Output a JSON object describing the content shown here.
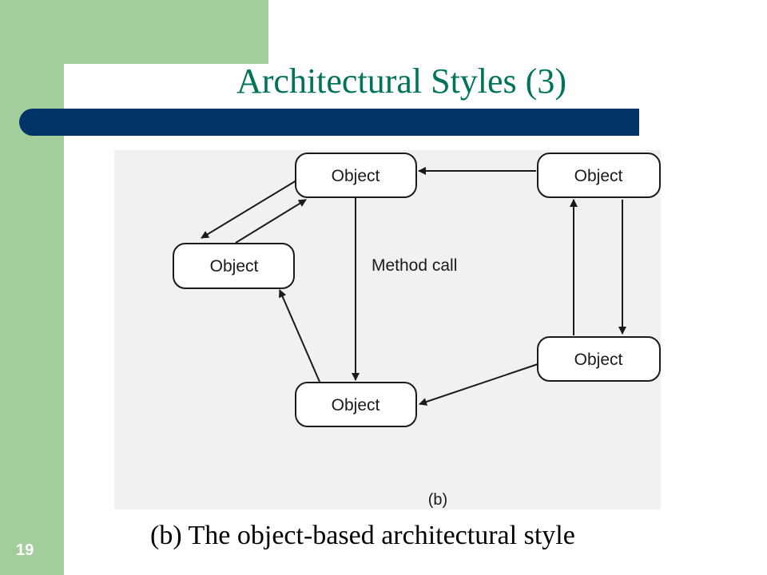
{
  "slide": {
    "title": "Architectural Styles (3)",
    "caption": "(b) The object-based architectural style",
    "number": "19"
  },
  "diagram": {
    "nodes": [
      {
        "label": "Object"
      },
      {
        "label": "Object"
      },
      {
        "label": "Object"
      },
      {
        "label": "Object"
      },
      {
        "label": "Object"
      }
    ],
    "edge_label": "Method call",
    "figure_tag": "(b)"
  },
  "colors": {
    "side_band": "#a3cd9b",
    "title_bar": "#003366",
    "title_text": "#00745a",
    "panel": "#f1f1f1"
  }
}
